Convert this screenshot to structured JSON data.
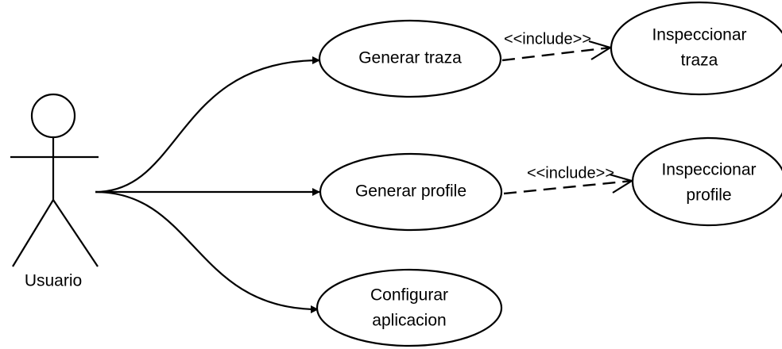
{
  "actor": {
    "name": "Usuario"
  },
  "use_cases": {
    "generar_traza": "Generar traza",
    "generar_profile": "Generar profile",
    "configurar_line1": "Configurar",
    "configurar_line2": "aplicacion",
    "inspeccionar_traza_line1": "Inspeccionar",
    "inspeccionar_traza_line2": "traza",
    "inspeccionar_profile_line1": "Inspeccionar",
    "inspeccionar_profile_line2": "profile"
  },
  "relations": {
    "include_traza": "<<include>>",
    "include_profile": "<<include>>"
  }
}
